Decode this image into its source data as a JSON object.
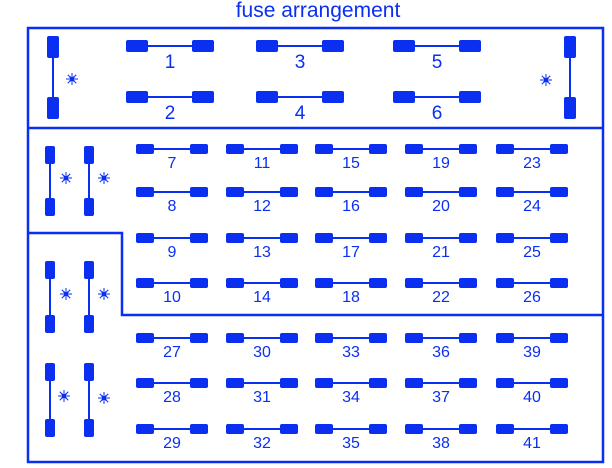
{
  "title": "fuse arrangement",
  "color": "#0a2ff0",
  "top_fuses": [
    "1",
    "2",
    "3",
    "4",
    "5",
    "6"
  ],
  "grid_fuses": [
    "7",
    "8",
    "9",
    "10",
    "11",
    "12",
    "13",
    "14",
    "15",
    "16",
    "17",
    "18",
    "19",
    "20",
    "21",
    "22",
    "23",
    "24",
    "25",
    "26",
    "27",
    "28",
    "29",
    "30",
    "31",
    "32",
    "33",
    "34",
    "35",
    "36",
    "37",
    "38",
    "39",
    "40",
    "41"
  ]
}
